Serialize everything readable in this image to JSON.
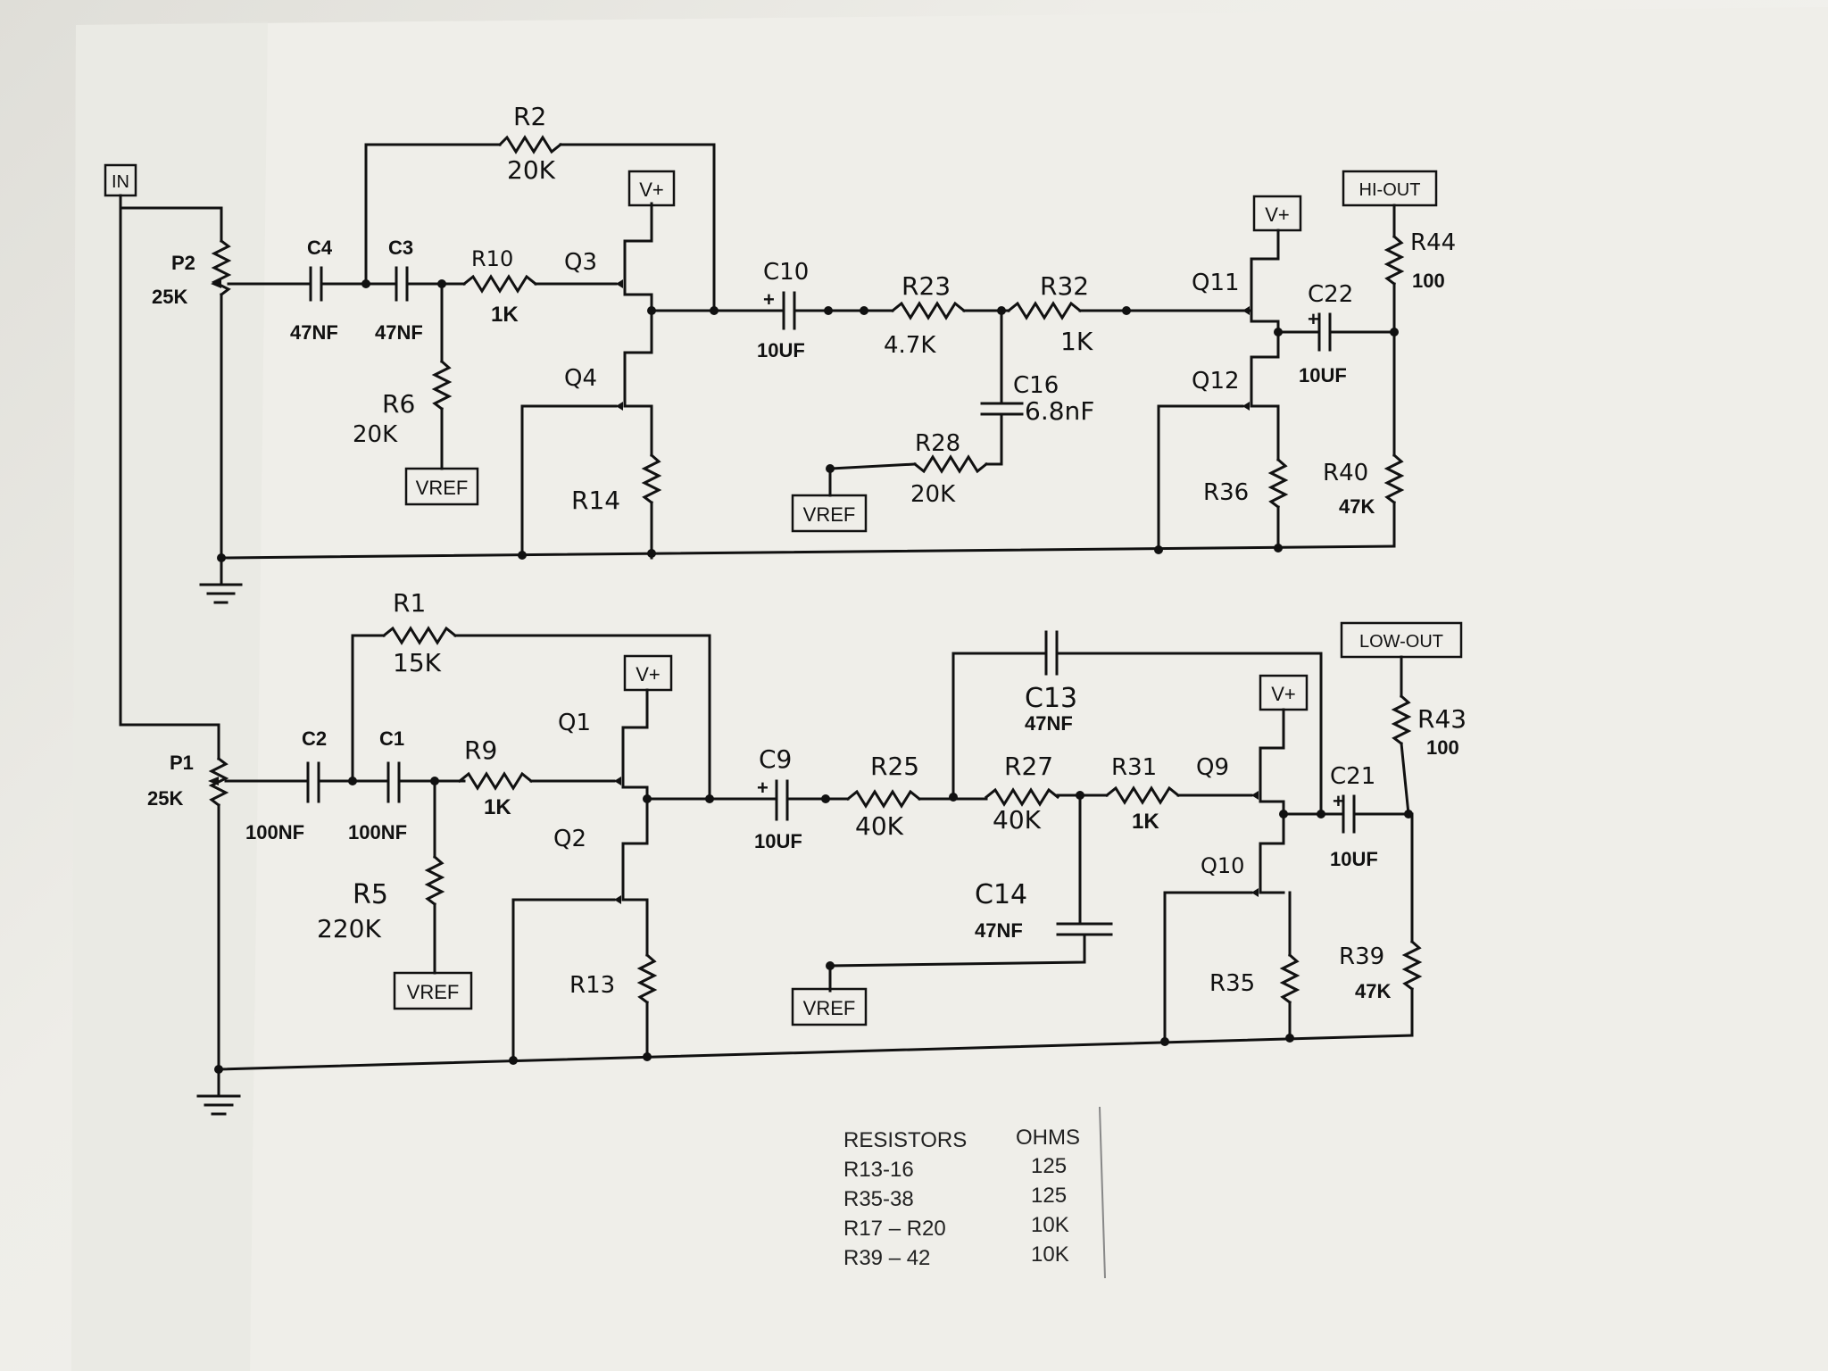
{
  "terminals": {
    "input": "IN",
    "hi_out": "HI-OUT",
    "low_out": "LOW-OUT",
    "vplus": "V+",
    "vref": "VREF"
  },
  "top_stage": {
    "p2": {
      "ref": "P2",
      "value": "25K"
    },
    "c4": {
      "ref": "C4",
      "value": "47NF"
    },
    "c3": {
      "ref": "C3",
      "value": "47NF"
    },
    "r2": {
      "ref": "R2",
      "value": "20K"
    },
    "r10": {
      "ref": "R10",
      "value": "1K"
    },
    "r6": {
      "ref": "R6",
      "value": "20K"
    },
    "q3": "Q3",
    "q4": "Q4",
    "r14": "R14",
    "c10": {
      "ref": "C10",
      "value": "10UF"
    },
    "r23": {
      "ref": "R23",
      "value": "4.7K"
    },
    "r32": {
      "ref": "R32",
      "value": "1K"
    },
    "c16": {
      "ref": "C16",
      "value": "6.8nF"
    },
    "r28": {
      "ref": "R28",
      "value": "20K"
    },
    "q11": "Q11",
    "q12": "Q12",
    "r36": "R36",
    "c22": {
      "ref": "C22",
      "value": "10UF"
    },
    "r44": {
      "ref": "R44",
      "value": "100"
    },
    "r40": {
      "ref": "R40",
      "value": "47K"
    }
  },
  "bottom_stage": {
    "p1": {
      "ref": "P1",
      "value": "25K"
    },
    "c2": {
      "ref": "C2",
      "value": "100NF"
    },
    "c1": {
      "ref": "C1",
      "value": "100NF"
    },
    "r1": {
      "ref": "R1",
      "value": "15K"
    },
    "r9": {
      "ref": "R9",
      "value": "1K"
    },
    "r5": {
      "ref": "R5",
      "value": "220K"
    },
    "q1": "Q1",
    "q2": "Q2",
    "r13": "R13",
    "c9": {
      "ref": "C9",
      "value": "10UF"
    },
    "r25": {
      "ref": "R25",
      "value": "40K"
    },
    "r27": {
      "ref": "R27",
      "value": "40K"
    },
    "r31": {
      "ref": "R31",
      "value": "1K"
    },
    "c13": {
      "ref": "C13",
      "value": "47NF"
    },
    "c14": {
      "ref": "C14",
      "value": "47NF"
    },
    "q9": "Q9",
    "q10": "Q10",
    "r35": "R35",
    "c21": {
      "ref": "C21",
      "value": "10UF"
    },
    "r43": {
      "ref": "R43",
      "value": "100"
    },
    "r39": {
      "ref": "R39",
      "value": "47K"
    }
  },
  "cap_polarity": "+",
  "resistor_table": {
    "header": [
      "RESISTORS",
      "OHMS"
    ],
    "rows": [
      {
        "range": "R13-16",
        "ohms": "125"
      },
      {
        "range": "R35-38",
        "ohms": "125"
      },
      {
        "range": "R17 – R20",
        "ohms": "10K"
      },
      {
        "range": "R39 – 42",
        "ohms": "10K"
      }
    ]
  }
}
